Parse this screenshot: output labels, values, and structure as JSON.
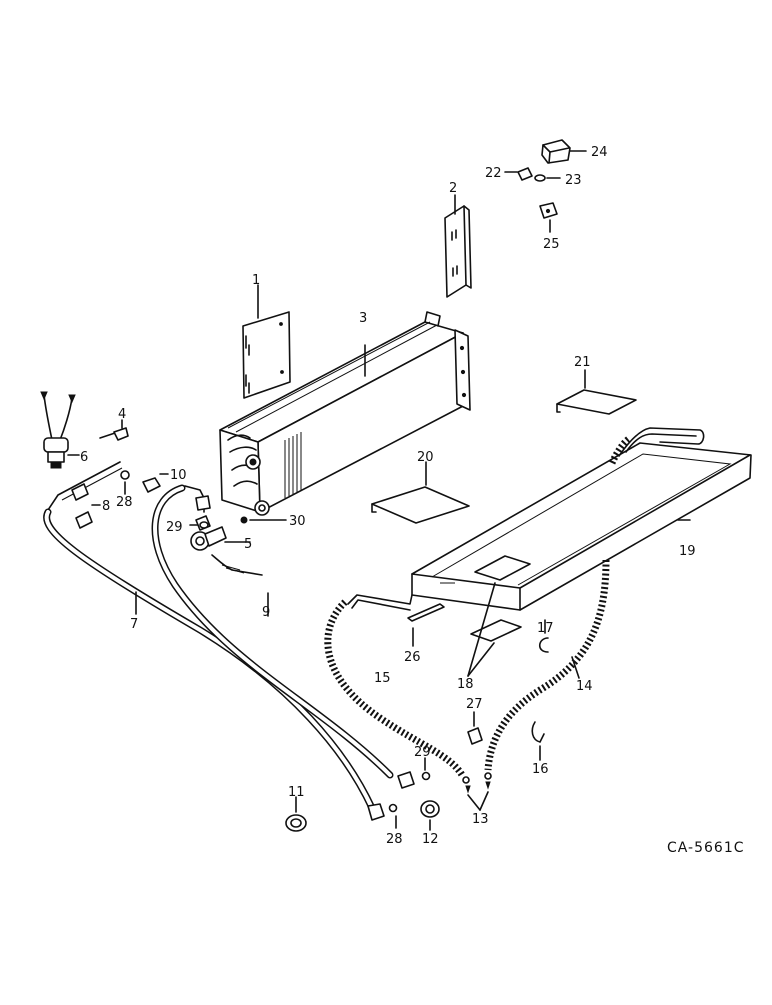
{
  "figure_code": "CA-5661C",
  "callouts": [
    "1",
    "2",
    "3",
    "4",
    "5",
    "6",
    "7",
    "8",
    "9",
    "10",
    "11",
    "12",
    "13",
    "14",
    "15",
    "16",
    "17",
    "18",
    "19",
    "20",
    "21",
    "22",
    "23",
    "24",
    "25",
    "26",
    "27",
    "28",
    "28",
    "29",
    "29",
    "30"
  ]
}
